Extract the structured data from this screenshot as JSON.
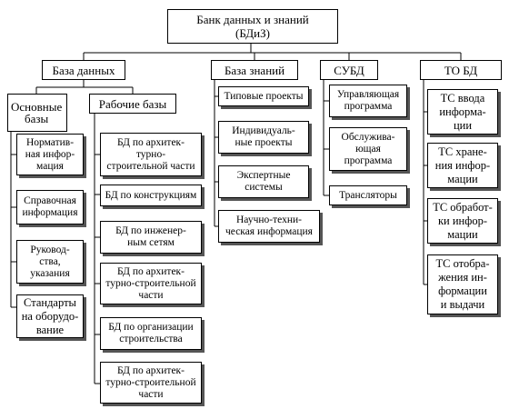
{
  "root": {
    "label": "Банк данных и знаний\n(БДиЗ)"
  },
  "categories": {
    "db": "База данных",
    "kb": "База знаний",
    "dbms": "СУБД",
    "tobd": "ТО БД"
  },
  "db": {
    "main_title": "Основные\nбазы",
    "main_items": [
      "Норматив-\nная инфор-\nмация",
      "Справочная\nинформация",
      "Руковод-\nства,\nуказания",
      "Стандарты\nна оборудо-\nвание"
    ],
    "work_title": "Рабочие базы",
    "work_items": [
      "БД по архитек-\nтурно-\nстроительной части",
      "БД по конструкциям",
      "БД по инженер-\nным сетям",
      "БД по архитек-\nтурно-строительной\nчасти",
      "БД по организации\nстроительства",
      "БД по архитек-\nтурно-строительной\nчасти"
    ]
  },
  "kb_items": [
    "Типовые проекты",
    "Индивидуаль-\nные проекты",
    "Экспертные\nсистемы",
    "Научно-техни-\nческая информация"
  ],
  "dbms_items": [
    "Управляющая\nпрограмма",
    "Обслужива-\nющая\nпрограмма",
    "Трансляторы"
  ],
  "tobd_items": [
    "ТС ввода\nинформа-\nции",
    "ТС хране-\nния инфор-\nмации",
    "ТС обработ-\nки инфор-\nмации",
    "ТС отобра-\nжения ин-\nформации\nи выдачи"
  ]
}
